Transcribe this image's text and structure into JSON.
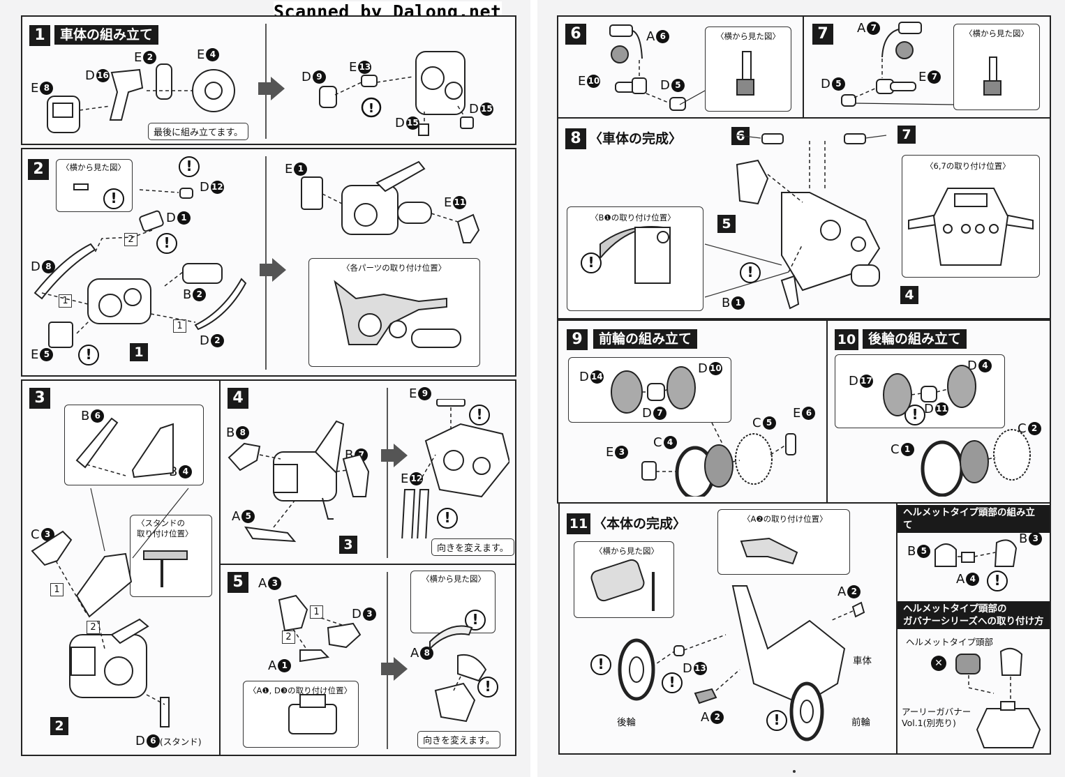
{
  "watermark": "Scanned by Dalong.net",
  "steps": {
    "s1": {
      "num": "1",
      "title": "車体の組み立て",
      "note": "最後に組み立てます。",
      "labels": [
        "E",
        "D",
        "E",
        "E",
        "D",
        "E",
        "D",
        "D"
      ],
      "refs": [
        "8",
        "16",
        "2",
        "4",
        "9",
        "13",
        "15",
        "15"
      ]
    },
    "s2": {
      "num": "2",
      "side_cap": "〈横から見た図〉",
      "pos_cap": "〈各パーツの取り付け位置〉",
      "labels": [
        "D",
        "D",
        "D",
        "B",
        "D",
        "E",
        "E",
        "E"
      ],
      "refs": [
        "12",
        "1",
        "8",
        "2",
        "2",
        "5",
        "1",
        "11"
      ],
      "box_ref": "1",
      "steps_small": [
        "2",
        "1",
        "1"
      ]
    },
    "s3": {
      "num": "3",
      "stand_cap": "〈スタンドの\n取り付け位置〉",
      "stand_l1": "〈スタンドの",
      "stand_l2": "取り付け位置〉",
      "labels": [
        "B",
        "B",
        "C",
        "D"
      ],
      "refs": [
        "6",
        "4",
        "3",
        "6"
      ],
      "stand_txt": "(スタンド)",
      "box_ref": "2",
      "steps_small": [
        "1",
        "2"
      ]
    },
    "s4": {
      "num": "4",
      "labels": [
        "B",
        "B",
        "A",
        "E",
        "E"
      ],
      "refs": [
        "8",
        "7",
        "5",
        "9",
        "12"
      ],
      "box_ref": "3",
      "note": "向きを変えます。"
    },
    "s5": {
      "num": "5",
      "labels": [
        "A",
        "D",
        "A",
        "A"
      ],
      "refs": [
        "3",
        "3",
        "1",
        "8"
      ],
      "pos_cap": "〈A❶, D❸の取り付け位置〉",
      "side_cap": "〈横から見た図〉",
      "note": "向きを変えます。",
      "steps_small": [
        "1",
        "2"
      ]
    },
    "s6": {
      "num": "6",
      "labels": [
        "A",
        "E",
        "D"
      ],
      "refs": [
        "6",
        "10",
        "5"
      ],
      "side_cap": "〈横から見た図〉"
    },
    "s7": {
      "num": "7",
      "labels": [
        "A",
        "D",
        "E"
      ],
      "refs": [
        "7",
        "5",
        "7"
      ],
      "side_cap": "〈横から見た図〉"
    },
    "s8": {
      "num": "8",
      "title": "〈車体の完成〉",
      "pos1": "〈6,7の取り付け位置〉",
      "pos2": "〈B❶の取り付け位置〉",
      "labels": [
        "B"
      ],
      "refs": [
        "1"
      ],
      "box_refs": [
        "6",
        "7",
        "5",
        "4"
      ]
    },
    "s9": {
      "num": "9",
      "title": "前輪の組み立て",
      "labels": [
        "D",
        "D",
        "D",
        "E",
        "C",
        "C",
        "E"
      ],
      "refs": [
        "14",
        "10",
        "7",
        "3",
        "4",
        "5",
        "6"
      ]
    },
    "s10": {
      "num": "10",
      "title": "後輪の組み立て",
      "labels": [
        "D",
        "D",
        "D",
        "C",
        "C"
      ],
      "refs": [
        "17",
        "4",
        "11",
        "1",
        "2"
      ]
    },
    "s11": {
      "num": "11",
      "title": "〈本体の完成〉",
      "side_cap": "〈横から見た図〉",
      "pos_cap": "〈A❷の取り付け位置〉",
      "labels": [
        "A",
        "D",
        "A"
      ],
      "refs": [
        "2",
        "13",
        "2"
      ],
      "parts": [
        "車体",
        "後輪",
        "前輪"
      ]
    },
    "helm": {
      "title": "ヘルメットタイプ頭部の組み立て",
      "labels": [
        "B",
        "B",
        "A"
      ],
      "refs": [
        "5",
        "3",
        "4"
      ]
    },
    "helm2": {
      "title1": "ヘルメットタイプ頭部の",
      "title2": "ガバナーシリーズへの取り付け方",
      "head": "ヘルメットタイプ頭部",
      "gov1": "アーリーガバナー",
      "gov2": "Vol.1(別売り)"
    }
  },
  "colors": {
    "ink": "#111111",
    "paper": "#f3f3f4"
  }
}
